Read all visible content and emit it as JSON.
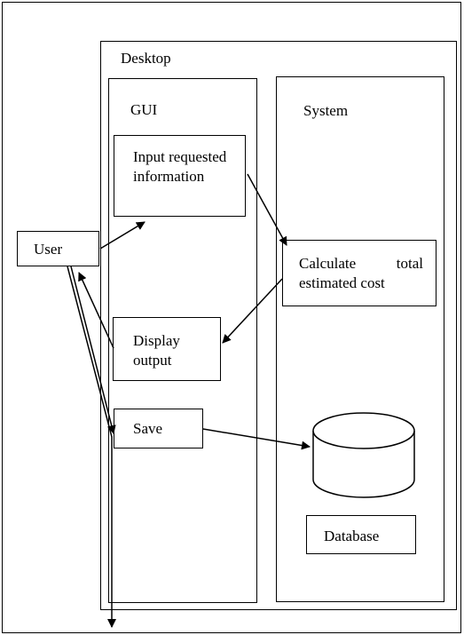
{
  "diagram": {
    "outer_label": "Desktop",
    "gui_label": "GUI",
    "system_label": "System",
    "user_label": "User",
    "input_label": "Input requested information",
    "calc_label": "Calculate total estimated cost",
    "display_label": "Display output",
    "save_label": "Save",
    "database_label": "Database"
  }
}
